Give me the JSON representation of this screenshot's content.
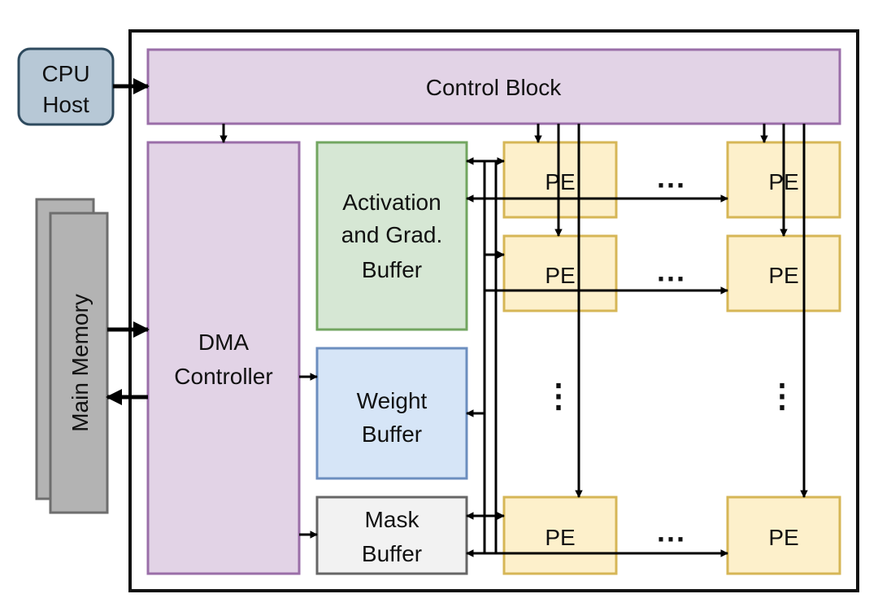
{
  "cpu_host": {
    "line1": "CPU",
    "line2": "Host"
  },
  "main_memory": {
    "label": "Main Memory"
  },
  "control_block": {
    "label": "Control Block"
  },
  "dma_controller": {
    "line1": "DMA",
    "line2": "Controller"
  },
  "activation_buffer": {
    "line1": "Activation",
    "line2": "and Grad.",
    "line3": "Buffer"
  },
  "weight_buffer": {
    "line1": "Weight",
    "line2": "Buffer"
  },
  "mask_buffer": {
    "line1": "Mask",
    "line2": "Buffer"
  },
  "pe": {
    "label": "PE"
  },
  "ellipsis": {
    "horizontal": "···",
    "vertical": "⋮"
  },
  "colors": {
    "cpu_fill": "#b7c8d6",
    "cpu_stroke": "#2e4a5e",
    "memory_fill": "#b3b3b3",
    "memory_stroke": "#6e6e6e",
    "control_fill": "#e2d3e6",
    "control_stroke": "#9a6ea8",
    "dma_fill": "#e2d3e6",
    "dma_stroke": "#9a6ea8",
    "activation_fill": "#d6e7d4",
    "activation_stroke": "#72a660",
    "weight_fill": "#d6e5f7",
    "weight_stroke": "#6c8ebf",
    "mask_fill": "#f2f2f2",
    "mask_stroke": "#666666",
    "pe_fill": "#fdf0cb",
    "pe_stroke": "#d6b656"
  }
}
